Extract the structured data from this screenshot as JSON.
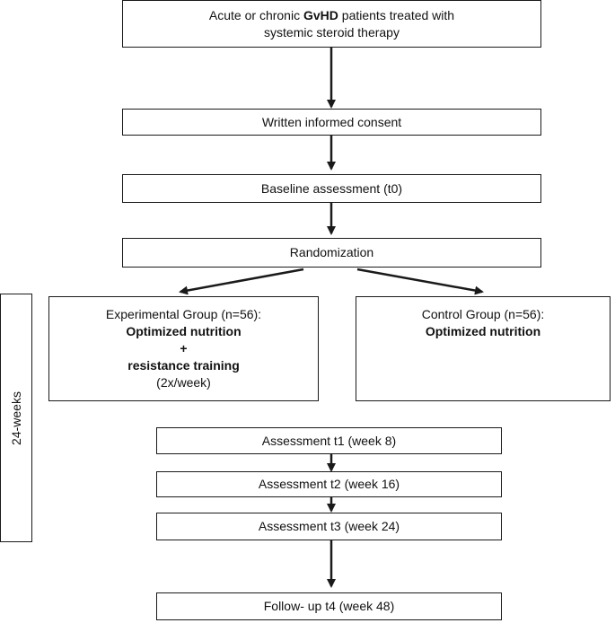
{
  "boxes": {
    "eligibility": {
      "line1_pre": "Acute or chronic ",
      "line1_bold": "GvHD",
      "line1_post": " patients treated with",
      "line2": "systemic steroid therapy"
    },
    "consent": "Written informed consent",
    "baseline": "Baseline assessment (t0)",
    "randomization": "Randomization",
    "experimental": {
      "title": "Experimental Group (n=56):",
      "line1": "Optimized nutrition",
      "plus": "+",
      "line2": "resistance training",
      "line3": "(2x/week)"
    },
    "control": {
      "title": "Control Group (n=56):",
      "line1": "Optimized nutrition"
    },
    "t1": "Assessment t1 (week 8)",
    "t2": "Assessment t2 (week 16)",
    "t3": "Assessment t3 (week 24)",
    "t4": "Follow- up t4 (week 48)"
  },
  "side_label": "24-weeks"
}
